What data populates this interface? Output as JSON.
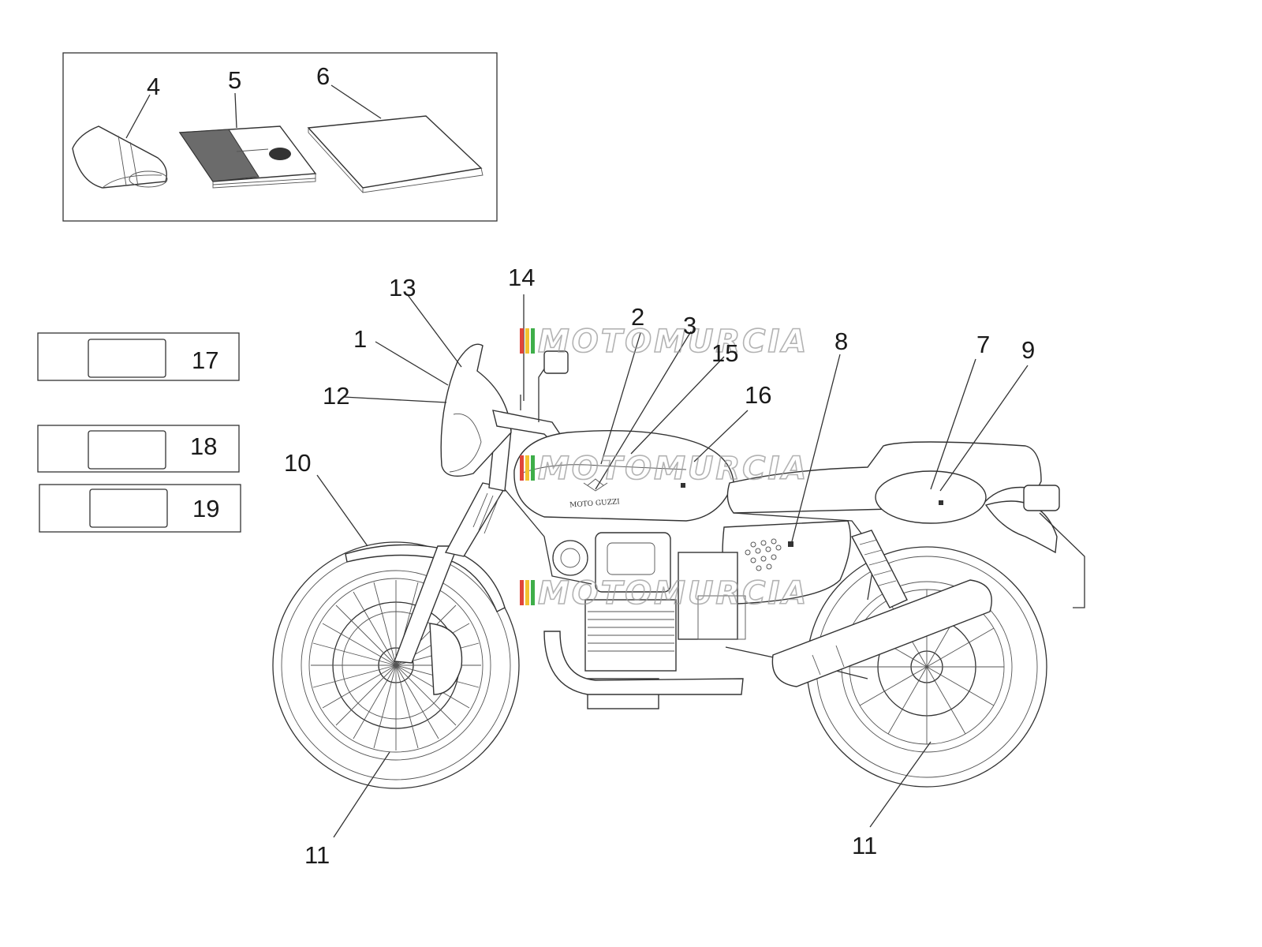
{
  "callouts": {
    "c1": "1",
    "c2": "2",
    "c3": "3",
    "c4": "4",
    "c5": "5",
    "c6": "6",
    "c7": "7",
    "c8": "8",
    "c9": "9",
    "c10": "10",
    "c11a": "11",
    "c11b": "11",
    "c12": "12",
    "c13": "13",
    "c14": "14",
    "c15": "15",
    "c16": "16"
  },
  "legend": {
    "l17": "17",
    "l18": "18",
    "l19": "19"
  },
  "watermark": {
    "text": "MOTOMURCIA",
    "stripe_colors": [
      "#e0463a",
      "#f2c230",
      "#3fae49"
    ]
  },
  "tank_logo": "MOTO GUZZI",
  "icons": {
    "toolkit": "tool-roll-icon",
    "manual": "owner-manual-icon",
    "envelope": "document-envelope-icon"
  }
}
